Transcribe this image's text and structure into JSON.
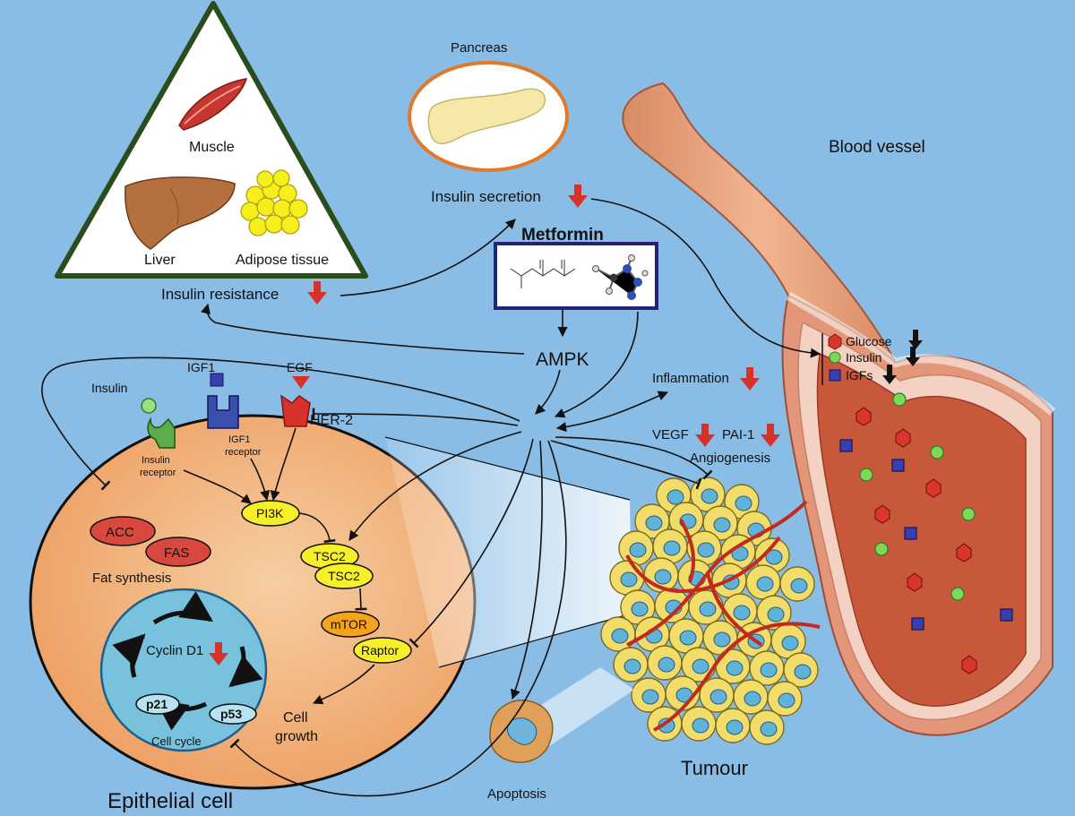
{
  "organs": {
    "muscle": "Muscle",
    "liver": "Liver",
    "adipose": "Adipose tissue",
    "insulin_resistance": "Insulin resistance"
  },
  "pancreas": {
    "label": "Pancreas",
    "insulin_secretion": "Insulin secretion"
  },
  "metformin": {
    "title": "Metformin",
    "ampk": "AMPK"
  },
  "vessel": {
    "title": "Blood vessel",
    "legend": [
      "Glucose",
      "Insulin",
      "IGFs"
    ]
  },
  "effects": {
    "inflammation": "Inflammation",
    "vegf": "VEGF",
    "pai1": "PAI-1",
    "angiogenesis": "Angiogenesis"
  },
  "cell": {
    "title": "Epithelial cell",
    "insulin": "Insulin",
    "igf1": "IGF1",
    "egf": "EGF",
    "insulin_receptor_1": "Insulin",
    "insulin_receptor_2": "receptor",
    "igf1_receptor_1": "IGF1",
    "igf1_receptor_2": "receptor",
    "her2": "HER-2",
    "pi3k": "PI3K",
    "tsc2_a": "TSC2",
    "tsc2_b": "TSC2",
    "mtor": "mTOR",
    "raptor": "Raptor",
    "acc": "ACC",
    "fas": "FAS",
    "fat_synthesis": "Fat synthesis",
    "cyclin": "Cyclin D1",
    "p21": "p21",
    "p53": "p53",
    "cell_cycle": "Cell cycle",
    "growth_1": "Cell",
    "growth_2": "growth"
  },
  "tumour": {
    "label": "Tumour",
    "apoptosis": "Apoptosis"
  },
  "colors": {
    "background": "#89bde6",
    "down_arrow": "#d8312a",
    "cell": "#f1b984",
    "nucleus": "#78c2dd",
    "vessel_wall": "#e8a27d",
    "lumen": "#c5583a"
  }
}
